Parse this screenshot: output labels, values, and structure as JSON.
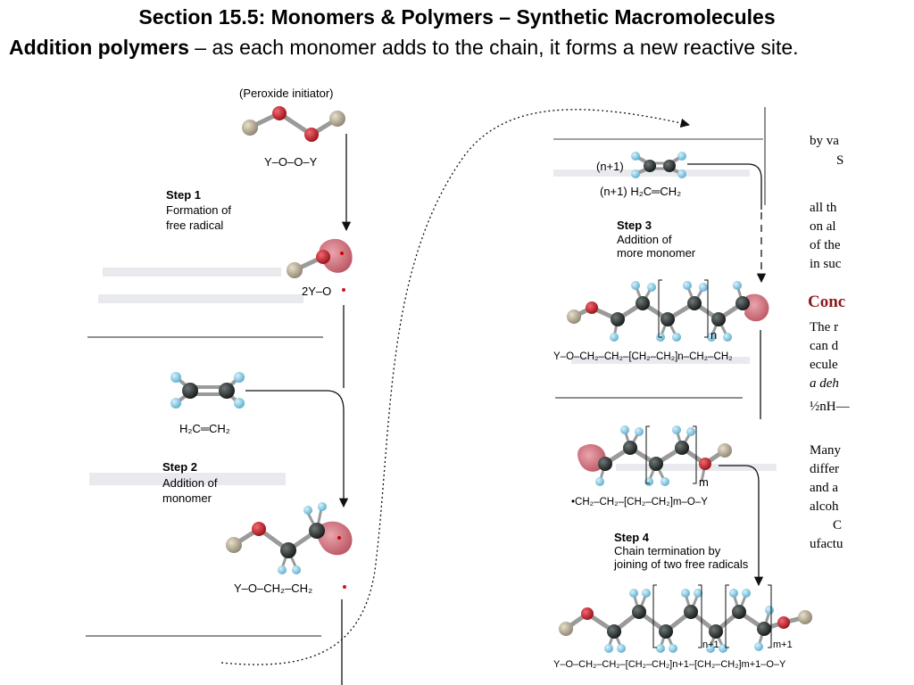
{
  "header": {
    "title": "Section 15.5:  Monomers & Polymers – Synthetic Macromolecules",
    "subtitle_bold": "Addition polymers",
    "subtitle_rest": " – as each monomer adds to the chain, it forms a new reactive site."
  },
  "left_panel": {
    "initiator_label": "(Peroxide initiator)",
    "initiator_formula": "Y–O–O–Y",
    "step1": {
      "title": "Step 1",
      "line1": "Formation of",
      "line2": "free radical"
    },
    "radical_formula": "2Y–O",
    "ethylene_formula": "H₂C═CH₂",
    "step2": {
      "title": "Step 2",
      "line1": "Addition of",
      "line2": "monomer"
    },
    "chain_formula": "Y–O–CH₂–CH₂"
  },
  "right_panel": {
    "monomer_count": "(n+1)",
    "monomer_formula": "(n+1) H₂C═CH₂",
    "step3": {
      "title": "Step 3",
      "line1": "Addition of",
      "line2": "more monomer"
    },
    "subscript_n": "n",
    "chain_n_formula": "Y–O–CH₂–CH₂–[CH₂–CH₂]n–CH₂–CH₂",
    "subscript_m": "m",
    "chain_m_formula": "•CH₂–CH₂–[CH₂–CH₂]m–O–Y",
    "step4": {
      "title": "Step 4",
      "line1": "Chain termination by",
      "line2": "joining of two free radicals"
    },
    "subscript_n1": "n+1",
    "subscript_m1": "m+1",
    "final_formula": "Y–O–CH₂–CH₂–[CH₂–CH₂]n+1–[CH₂–CH₂]m+1–O–Y"
  },
  "book_text": {
    "lines": [
      "by va",
      "S",
      "all th",
      "on al",
      "of the",
      "in suc",
      "Conc",
      "The r",
      "can d",
      "ecule",
      "a deh",
      "½nH—",
      "Many",
      "differ",
      "and a",
      "alcoh",
      "C",
      "ufactu"
    ]
  },
  "colors": {
    "oxygen": "#c8202a",
    "carbon": "#303434",
    "hydrogen": "#8ed0e6",
    "y_group": "#bfb49c",
    "radical": "#c85a6a",
    "arrow": "#111111",
    "book_heading": "#8b1a1a"
  }
}
